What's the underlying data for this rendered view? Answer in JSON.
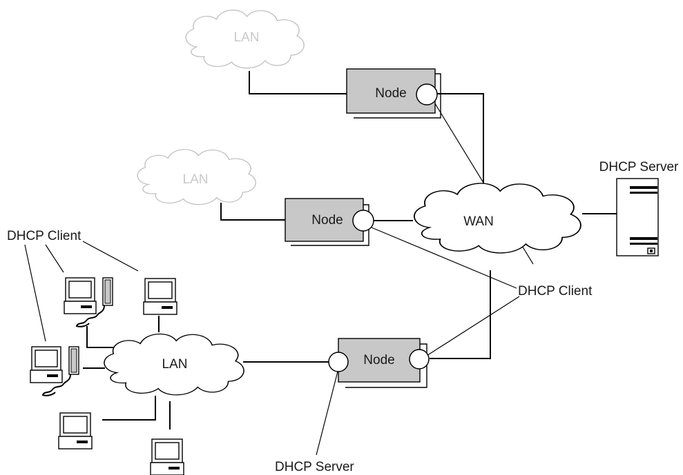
{
  "labels": {
    "lan_top": "LAN",
    "lan_mid": "LAN",
    "lan_bottom": "LAN",
    "wan": "WAN",
    "node_top": "Node",
    "node_mid": "Node",
    "node_bottom": "Node",
    "dhcp_server_right": "DHCP Server",
    "dhcp_server_bottom": "DHCP Server",
    "dhcp_client_left": "DHCP Client",
    "dhcp_client_right": "DHCP Client"
  },
  "colors": {
    "node_fill": "#c8c8c8",
    "faded_cloud": "#bdbdbd",
    "faded_text": "#c9c9c9"
  }
}
